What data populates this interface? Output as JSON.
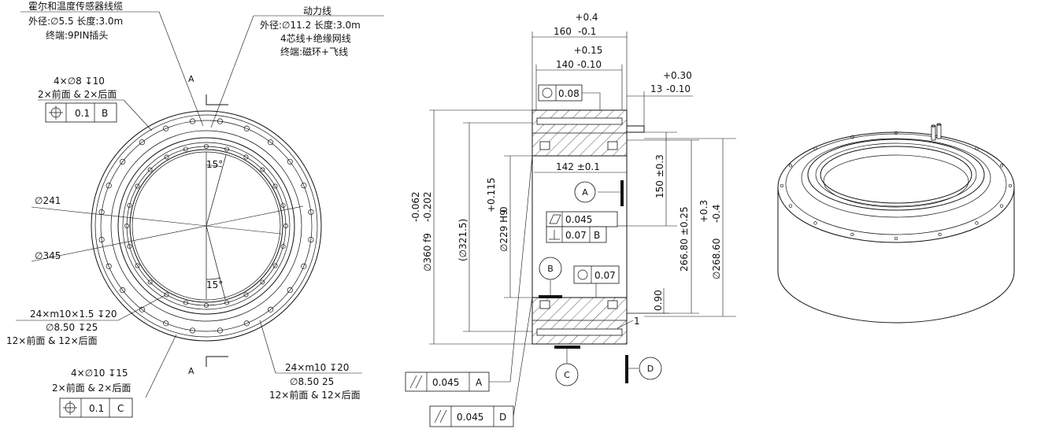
{
  "front_view": {
    "hall_cable": {
      "title": "霍尔和温度传感器线缆",
      "line1": "外径:∅5.5 长度:3.0m",
      "line2": "终端:9PIN插头"
    },
    "power_cable": {
      "title": "动力线",
      "line1": "外径:∅11.2 长度:3.0m",
      "line2": "4芯线+绝缘网线",
      "line3": "终端:磁环+飞线"
    },
    "holes_top": {
      "spec": "4×∅8 ↧10",
      "count": "2×前面 & 2×后面",
      "fcf": {
        "tolerance": "0.1",
        "datum": "B"
      }
    },
    "holes_bottom": {
      "spec": "4×∅10 ↧15",
      "count": "2×前面 & 2×后面",
      "fcf": {
        "tolerance": "0.1",
        "datum": "C"
      }
    },
    "thread_left": {
      "spec": "24×m10×1.5 ↧20",
      "drill": "∅8.50 ↧25",
      "count": "12×前面 & 12×后面"
    },
    "thread_right": {
      "spec": "24×m10 ↧20",
      "drill": "∅8.50 25",
      "count": "12×前面 & 12×后面"
    },
    "dia_inner": "∅241",
    "dia_outer": "∅345",
    "angle_top": "15°",
    "angle_bottom": "15°",
    "section_label_top": "A",
    "section_label_bottom": "A"
  },
  "section_view": {
    "w_outer": {
      "nominal": "160",
      "upper": "+0.4",
      "lower": "-0.1"
    },
    "w_inner": {
      "nominal": "140",
      "upper": "+0.15",
      "lower": "-0.10"
    },
    "w_shaft": {
      "nominal": "13",
      "upper": "+0.30",
      "lower": "-0.10"
    },
    "w_mid": "142 ±0.1",
    "h_150": "150 ±0.3",
    "d_26680": "266.80 ±0.25",
    "d_26860": {
      "nominal": "∅268.60",
      "upper": "+0.3",
      "lower": "-0.4"
    },
    "d_360": {
      "nominal": "∅360 f9",
      "upper": "-0.062",
      "lower": "-0.202"
    },
    "d_3215": "(∅321.5)",
    "d_229": {
      "nominal": "∅229 H9",
      "upper": "+0.115",
      "lower": "0"
    },
    "dim_090": "0.90",
    "dim_1": "1",
    "circ_top": "0.08",
    "flat": "0.045",
    "perp": {
      "tolerance": "0.07",
      "datum": "B"
    },
    "circ_mid": "0.07",
    "par_a": {
      "tolerance": "0.045",
      "datum": "A"
    },
    "par_d": {
      "tolerance": "0.045",
      "datum": "D"
    },
    "datum_a": "A",
    "datum_b": "B",
    "datum_c": "C",
    "datum_d": "D"
  }
}
